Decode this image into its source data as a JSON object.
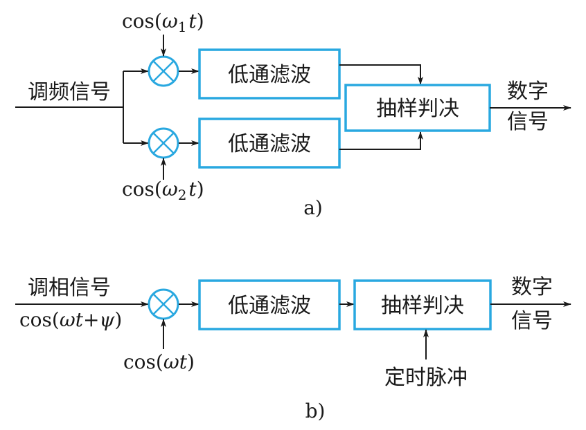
{
  "diagram_a": {
    "input_label": "调频信号",
    "lo1_label": {
      "prefix": "cos(",
      "omega": "ω",
      "sub": "1",
      "t": "t",
      "suffix": ")"
    },
    "lo2_label": {
      "prefix": "cos(",
      "omega": "ω",
      "sub": "2",
      "t": "t",
      "suffix": ")"
    },
    "lpf1_label": "低通滤波",
    "lpf2_label": "低通滤波",
    "decision_label": "抽样判决",
    "output_line1": "数字",
    "output_line2": "信号",
    "caption": "a)"
  },
  "diagram_b": {
    "input_label": "调相信号",
    "input_formula": {
      "prefix": "cos(",
      "omega": "ω",
      "t": "t",
      "plus": "+",
      "psi": "ψ",
      "suffix": ")"
    },
    "lo_label": {
      "prefix": "cos(",
      "omega": "ω",
      "t": "t",
      "suffix": ")"
    },
    "lpf_label": "低通滤波",
    "decision_label": "抽样判决",
    "timing_label": "定时脉冲",
    "output_line1": "数字",
    "output_line2": "信号",
    "caption": "b)"
  },
  "colors": {
    "box_stroke": "#29a8e0",
    "line": "#1a1a1a"
  }
}
